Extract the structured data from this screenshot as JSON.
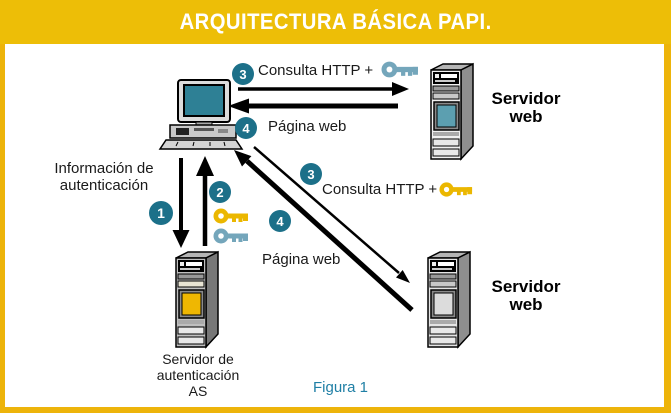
{
  "title": "ARQUITECTURA BÁSICA PAPI.",
  "figure_caption": "Figura 1",
  "colors": {
    "banner": "#EDBE07",
    "border": "#EDB40A",
    "badge": "#1C7089",
    "screen_teal": "#2E8095",
    "server_screen_teal": "#5C9FB0",
    "server_screen_gold": "#EFB702",
    "server_screen_gray": "#DCDCDC",
    "key_gold": "#EBB700",
    "key_blue": "#74A6BB",
    "figure_teal": "#1F7FA5",
    "label_dark": "#1A1A1A"
  },
  "nodes": {
    "client": {
      "name": "client-workstation"
    },
    "server_web_top": {
      "line1": "Servidor",
      "line2": "web"
    },
    "server_web_bottom": {
      "line1": "Servidor",
      "line2": "web"
    },
    "auth_server": {
      "line1": "Servidor de",
      "line2": "autenticación",
      "line3": "AS"
    }
  },
  "edges": {
    "top_request": {
      "step": "3",
      "label": "Consulta HTTP +",
      "key_icon": "blue-key"
    },
    "top_response": {
      "step": "4",
      "label": "Página web"
    },
    "auth_down": {
      "step": "1",
      "label_line1": "Información de",
      "label_line2": "autenticación"
    },
    "auth_up": {
      "step": "2",
      "key_icons": [
        "gold-key",
        "blue-key"
      ]
    },
    "diag_request": {
      "step": "3",
      "label": "Consulta HTTP +",
      "key_icon": "gold-key"
    },
    "diag_response": {
      "step": "4",
      "label": "Página web"
    }
  }
}
